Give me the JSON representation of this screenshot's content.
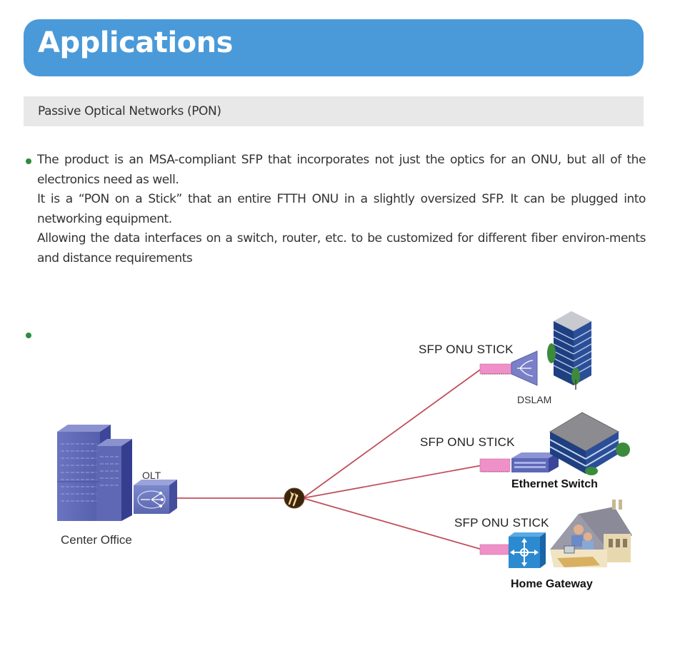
{
  "header": {
    "title": "Applications"
  },
  "section": {
    "title": "Passive Optical Networks (PON)"
  },
  "colors": {
    "header_bg": "#4a9ad9",
    "bullet": "#2e8b3e",
    "fiber_line": "#c0505c",
    "sfp_stick": "#f090c8"
  },
  "bullets": [
    {
      "lines": [
        "The product is an MSA-compliant SFP that incorporates not just the optics for an ONU, but all of the electronics need as well.",
        "It is a “PON on a Stick”  that an entire FTTH ONU in a slightly oversized SFP. It can be plugged into networking equipment.",
        "Allowing the data interfaces on a switch, router, etc. to be customized for different fiber environ-ments and distance requirements"
      ]
    },
    {
      "lines": []
    }
  ],
  "diagram": {
    "center_office": {
      "label": "Center Office",
      "icon": "office-building-icon"
    },
    "olt": {
      "label": "OLT",
      "icon": "olt-device-icon"
    },
    "splitter": {
      "icon": "optical-splitter-icon"
    },
    "branches": [
      {
        "stick_label": "SFP ONU STICK",
        "device_label": "DSLAM",
        "device_icon": "dslam-icon",
        "site_icon": "office-tower-icon"
      },
      {
        "stick_label": "SFP ONU STICK",
        "device_label": "Ethernet Switch",
        "device_icon": "ethernet-switch-icon",
        "site_icon": "office-building-icon"
      },
      {
        "stick_label": "SFP ONU STICK",
        "device_label": "Home Gateway",
        "device_icon": "home-gateway-icon",
        "site_icon": "house-icon"
      }
    ]
  }
}
